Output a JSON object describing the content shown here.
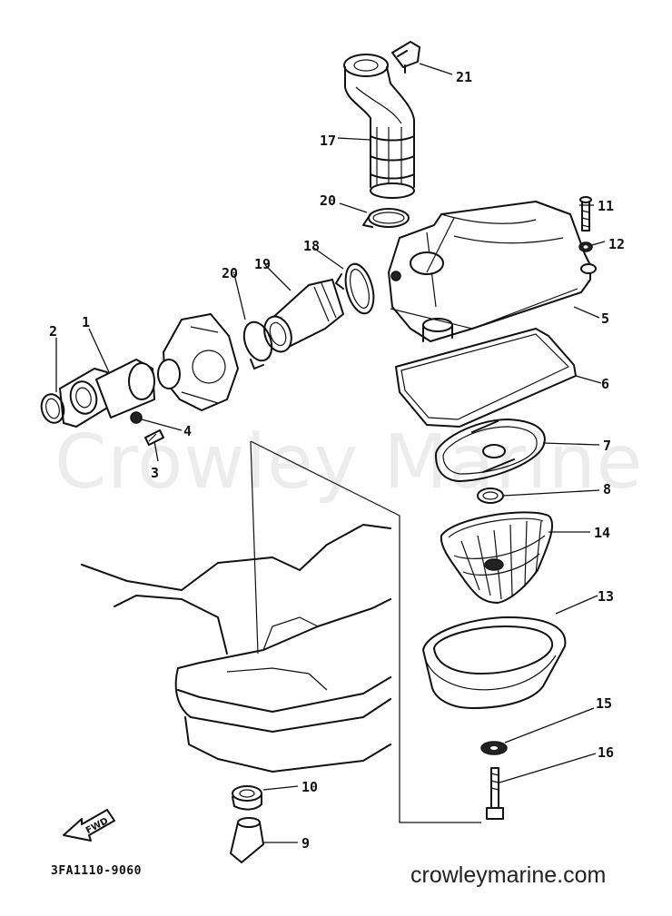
{
  "watermark": "Crowley Marine",
  "diagram_code": "3FA1110-9060",
  "site": "crowleymarine.com",
  "fwd_label": "FWD",
  "parts": [
    {
      "id": "p1",
      "label": "1"
    },
    {
      "id": "p2",
      "label": "2"
    },
    {
      "id": "p3",
      "label": "3"
    },
    {
      "id": "p4",
      "label": "4"
    },
    {
      "id": "p5",
      "label": "5"
    },
    {
      "id": "p6",
      "label": "6"
    },
    {
      "id": "p7",
      "label": "7"
    },
    {
      "id": "p8",
      "label": "8"
    },
    {
      "id": "p9",
      "label": "9"
    },
    {
      "id": "p10",
      "label": "10"
    },
    {
      "id": "p11",
      "label": "11"
    },
    {
      "id": "p12",
      "label": "12"
    },
    {
      "id": "p13",
      "label": "13"
    },
    {
      "id": "p14",
      "label": "14"
    },
    {
      "id": "p15",
      "label": "15"
    },
    {
      "id": "p16",
      "label": "16"
    },
    {
      "id": "p17",
      "label": "17"
    },
    {
      "id": "p18",
      "label": "18"
    },
    {
      "id": "p19",
      "label": "19"
    },
    {
      "id": "p20a",
      "label": "20"
    },
    {
      "id": "p20b",
      "label": "20"
    },
    {
      "id": "p21",
      "label": "21"
    }
  ]
}
